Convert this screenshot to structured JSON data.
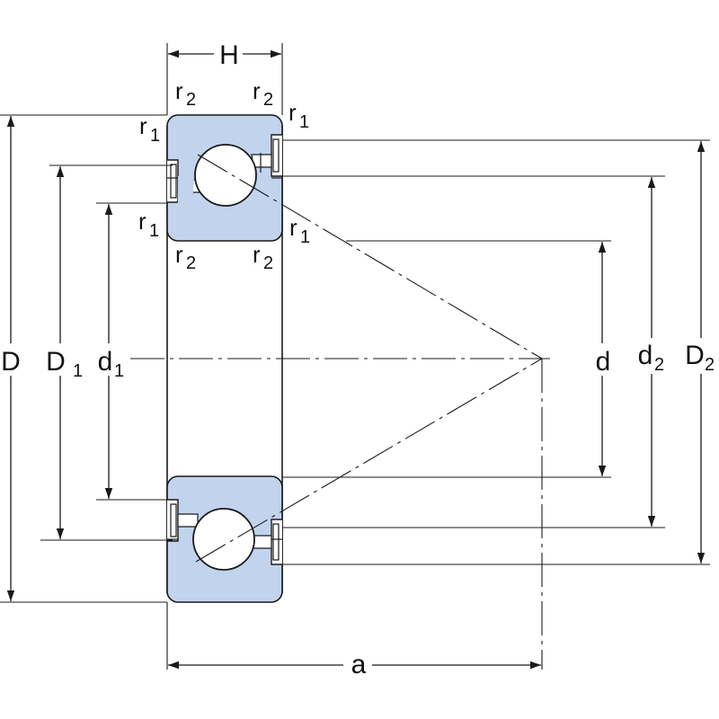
{
  "colors": {
    "ring_fill": "#c2d3ee",
    "line": "#1a1a1a",
    "background": "#ffffff"
  },
  "labels": {
    "H": "H",
    "a": "a",
    "D": "D",
    "D1_main": "D",
    "D1_sub": "1",
    "d1_main": "d",
    "d1_sub": "1",
    "d": "d",
    "d2_main": "d",
    "d2_sub": "2",
    "D2_main": "D",
    "D2_sub": "2",
    "r": "r",
    "r1_sub": "1",
    "r2_sub": "2"
  }
}
